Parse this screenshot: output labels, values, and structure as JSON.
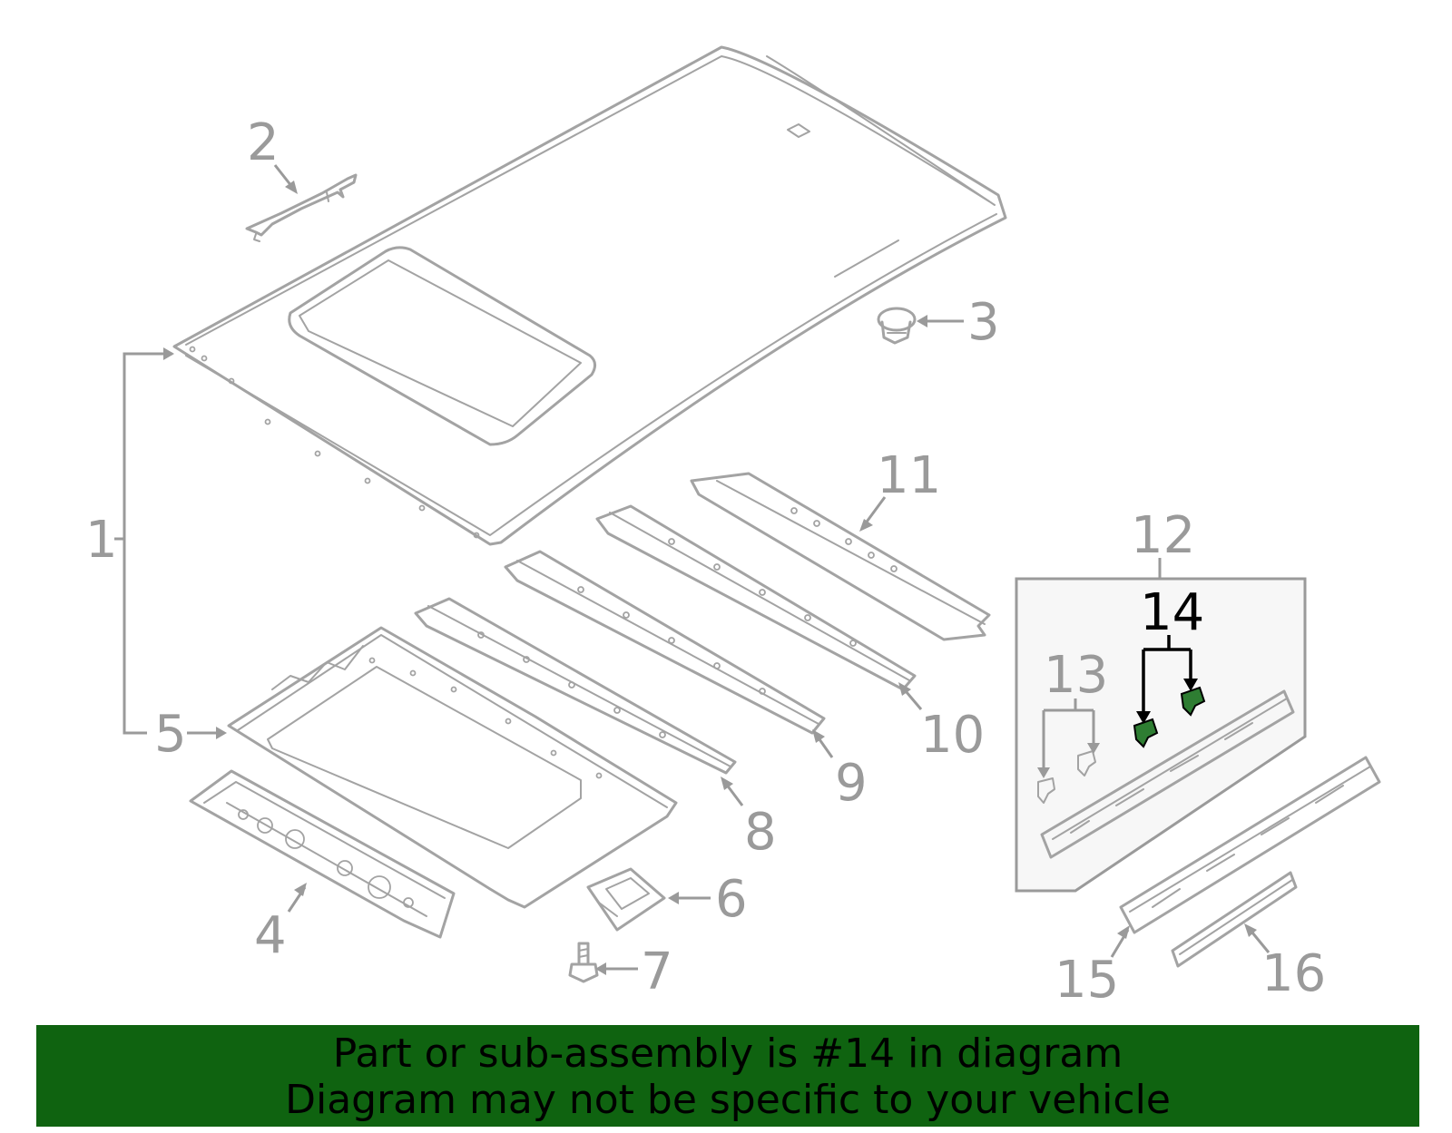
{
  "callouts": {
    "c1": "1",
    "c2": "2",
    "c3": "3",
    "c4": "4",
    "c5": "5",
    "c6": "6",
    "c7": "7",
    "c8": "8",
    "c9": "9",
    "c10": "10",
    "c11": "11",
    "c12": "12",
    "c13": "13",
    "c14": "14",
    "c15": "15",
    "c16": "16"
  },
  "highlighted_part": "14",
  "colors": {
    "line": "#a3a3a3",
    "highlight": "#2e7d32",
    "banner": "#0f6310"
  },
  "banner": {
    "line1": "Part or sub-assembly is #14 in diagram",
    "line2": "Diagram may not be specific to your vehicle"
  }
}
